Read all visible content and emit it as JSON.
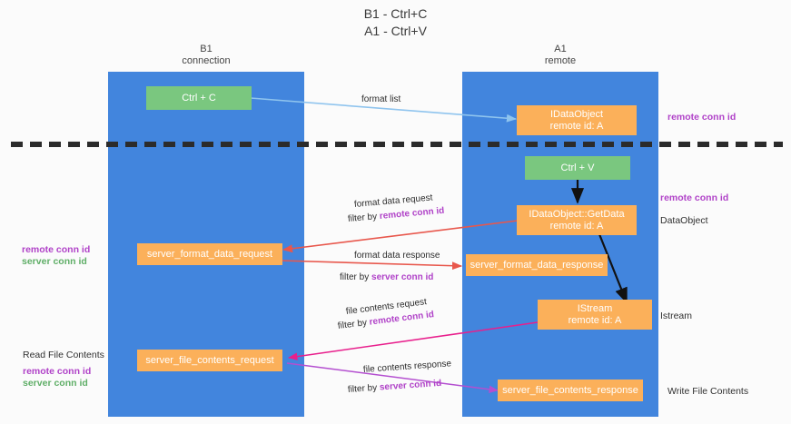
{
  "title": "B1 - Ctrl+C\nA1 - Ctrl+V",
  "columns": [
    {
      "name": "b1",
      "heading": "B1\nconnection"
    },
    {
      "name": "a1",
      "heading": "A1\nremote"
    }
  ],
  "nodes": [
    {
      "id": "ctrl-c",
      "label": "Ctrl + C",
      "color": "green"
    },
    {
      "id": "idataobject",
      "label": "IDataObject\nremote id: A",
      "color": "orange"
    },
    {
      "id": "ctrl-v",
      "label": "Ctrl + V",
      "color": "green"
    },
    {
      "id": "idataobject-getdata",
      "label": "IDataObject::GetData\nremote id: A",
      "color": "orange"
    },
    {
      "id": "server-format-data-request",
      "label": "server_format_data_request",
      "color": "orange"
    },
    {
      "id": "server-format-data-response",
      "label": "server_format_data_response",
      "color": "orange"
    },
    {
      "id": "istream",
      "label": "IStream\nremote id: A",
      "color": "orange"
    },
    {
      "id": "server-file-contents-request",
      "label": "server_file_contents_request",
      "color": "orange"
    },
    {
      "id": "server-file-contents-response",
      "label": "server_file_contents_response",
      "color": "orange"
    }
  ],
  "edge_labels": {
    "format_list": "format list",
    "format_data_request": "format data request",
    "format_data_request_filter_prefix": "filter by ",
    "format_data_request_filter_key": "remote conn id",
    "format_data_response": "format data response",
    "format_data_response_filter_prefix": "filter by ",
    "format_data_response_filter_key": "server conn id",
    "file_contents_request": "file contents request",
    "file_contents_request_filter_prefix": "filter by ",
    "file_contents_request_filter_key": "remote conn id",
    "file_contents_response": "file contents response",
    "file_contents_response_filter_prefix": "filter by ",
    "file_contents_response_filter_key": "server conn id"
  },
  "annotations": {
    "right_remote_conn_id_top": "remote conn id",
    "right_remote_conn_id_mid": "remote conn id",
    "right_dataobject": "DataObject",
    "right_istream": "Istream",
    "right_write_file_contents": "Write File Contents",
    "left_remote_conn_id": "remote conn id",
    "left_server_conn_id": "server conn id",
    "left_read_file_contents": "Read File Contents",
    "left_remote_conn_id_2": "remote conn id",
    "left_server_conn_id_2": "server conn id"
  },
  "colors": {
    "lane": "#4285dd",
    "node_green": "#7ac77f",
    "node_orange": "#fbb05a",
    "accent_purple": "#b042c8",
    "accent_green": "#5fae67",
    "arrow_light_blue": "#8fc4ee",
    "arrow_red": "#e8574c",
    "arrow_magenta": "#e81f8c",
    "arrow_violet": "#b44fd0",
    "arrow_black": "#111111",
    "background": "#fbfbfb"
  }
}
